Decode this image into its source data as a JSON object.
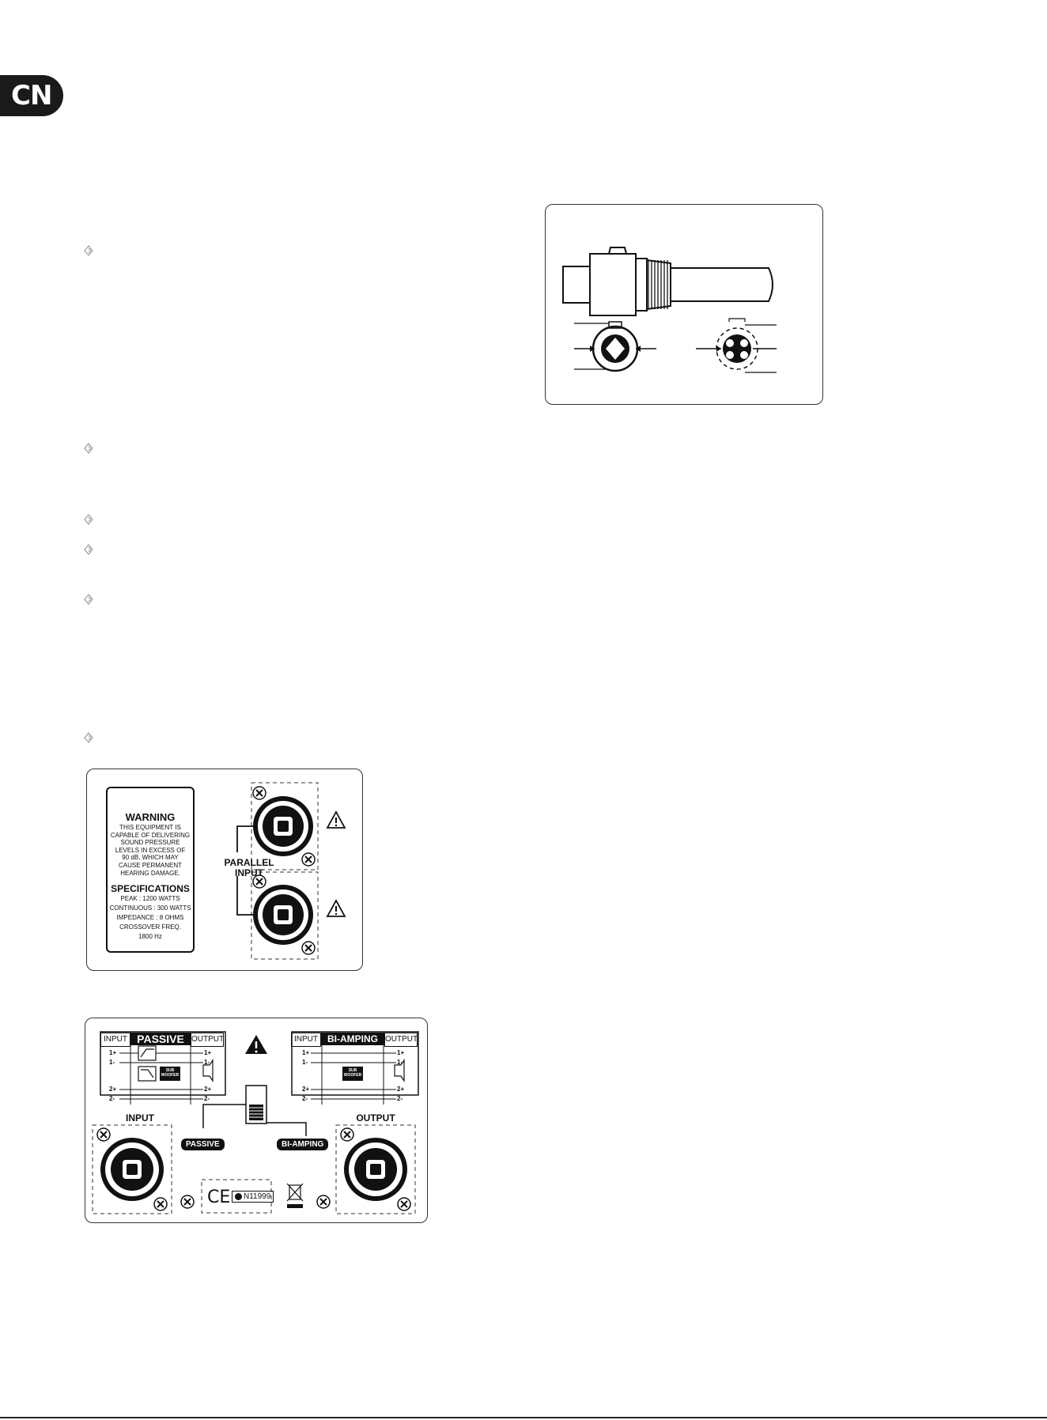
{
  "page": {
    "language_tab": "CN",
    "bullet_count": 6
  },
  "figure_label": {
    "warning_title": "WARNING",
    "warning_lines": [
      "THIS EQUIPMENT IS",
      "CAPABLE OF DELIVERING",
      "SOUND PRESSURE",
      "LEVELS IN EXCESS OF",
      "90 dB, WHICH MAY",
      "CAUSE PERMANENT",
      "HEARING DAMAGE."
    ],
    "spec_title": "SPECIFICATIONS",
    "spec_lines": [
      "PEAK : 1200 WATTS",
      "CONTINUOUS : 300 WATTS",
      "IMPEDANCE : 8 OHMS",
      "CROSSOVER FREQ.",
      "1800 Hz"
    ],
    "parallel_line1": "PARALLEL",
    "parallel_line2": "INPUT"
  },
  "figure_panel": {
    "input_tag": "INPUT",
    "passive_tag": "PASSIVE",
    "output_tag": "OUTPUT",
    "biamp_tag": "BI-AMPING",
    "pins": [
      "1+",
      "1-",
      "2+",
      "2-"
    ],
    "sub_label": "SUB WOOFER",
    "input_label": "INPUT",
    "output_label": "OUTPUT",
    "passive_pill": "PASSIVE",
    "biamp_pill": "BI-AMPING",
    "ce_mark": "CE",
    "cert_code": "N11999"
  }
}
